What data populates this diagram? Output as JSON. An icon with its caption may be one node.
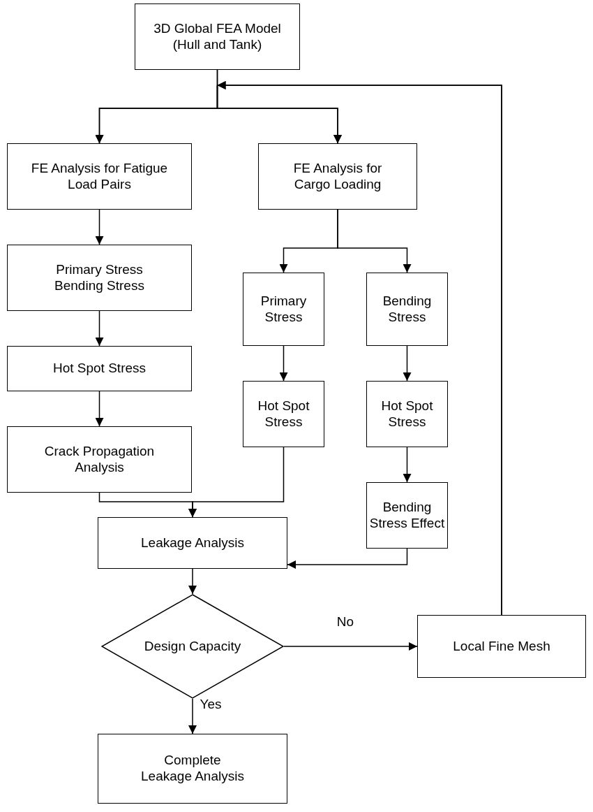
{
  "diagram": {
    "nodes": [
      {
        "text": [
          "3D Global FEA Model (Hull and Tank)"
        ]
      },
      {
        "text": [
          "FE Analysis for Fatigue Load Pairs"
        ]
      },
      {
        "text": [
          "FE Analysis for Cargo Loading"
        ]
      },
      {
        "text": [
          "Primary Stress Bending Stress"
        ]
      },
      {
        "text": [
          "Primary Stress"
        ]
      },
      {
        "text": [
          "Bending Stress"
        ]
      },
      {
        "text": [
          "Hot Spot Stress"
        ]
      },
      {
        "text": [
          "Hot Spot Stress"
        ]
      },
      {
        "text": [
          "Hot Spot Stress"
        ]
      },
      {
        "text": [
          "Crack Propagation Analysis"
        ]
      },
      {
        "text": [
          "Bending Stress Effect"
        ]
      },
      {
        "text": [
          "Leakage Analysis"
        ]
      },
      {
        "text": [
          "Design Capacity"
        ]
      },
      {
        "text": [
          "Local Fine Mesh"
        ]
      },
      {
        "text": [
          "Complete Leakage Analysis"
        ]
      }
    ],
    "edges": [
      {
        "from": 0,
        "to": 1,
        "arrow": "to"
      },
      {
        "from": 0,
        "to": 2,
        "arrow": "to"
      },
      {
        "from": 1,
        "to": 3,
        "arrow": "to"
      },
      {
        "from": 3,
        "to": 6,
        "arrow": "to"
      },
      {
        "from": 6,
        "to": 9,
        "arrow": "to"
      },
      {
        "from": 2,
        "to": 4,
        "arrow": "to"
      },
      {
        "from": 2,
        "to": 5,
        "arrow": "to"
      },
      {
        "from": 4,
        "to": 7,
        "arrow": "to"
      },
      {
        "from": 5,
        "to": 8,
        "arrow": "to"
      },
      {
        "from": 8,
        "to": 10,
        "arrow": "to"
      },
      {
        "from": 9,
        "to": 11,
        "arrow": "to"
      },
      {
        "from": 7,
        "to": 11,
        "arrow": "to"
      },
      {
        "from": 10,
        "to": 11,
        "arrow": "to"
      },
      {
        "from": 11,
        "to": 12,
        "arrow": "to"
      },
      {
        "from": 12,
        "to": 13,
        "label": "No",
        "arrow": "to"
      },
      {
        "from": 12,
        "to": 14,
        "label": "Yes",
        "arrow": "to"
      },
      {
        "from": 13,
        "to": 1,
        "arrow": "to"
      },
      {
        "from": 13,
        "to": 2,
        "arrow": "to"
      }
    ]
  }
}
